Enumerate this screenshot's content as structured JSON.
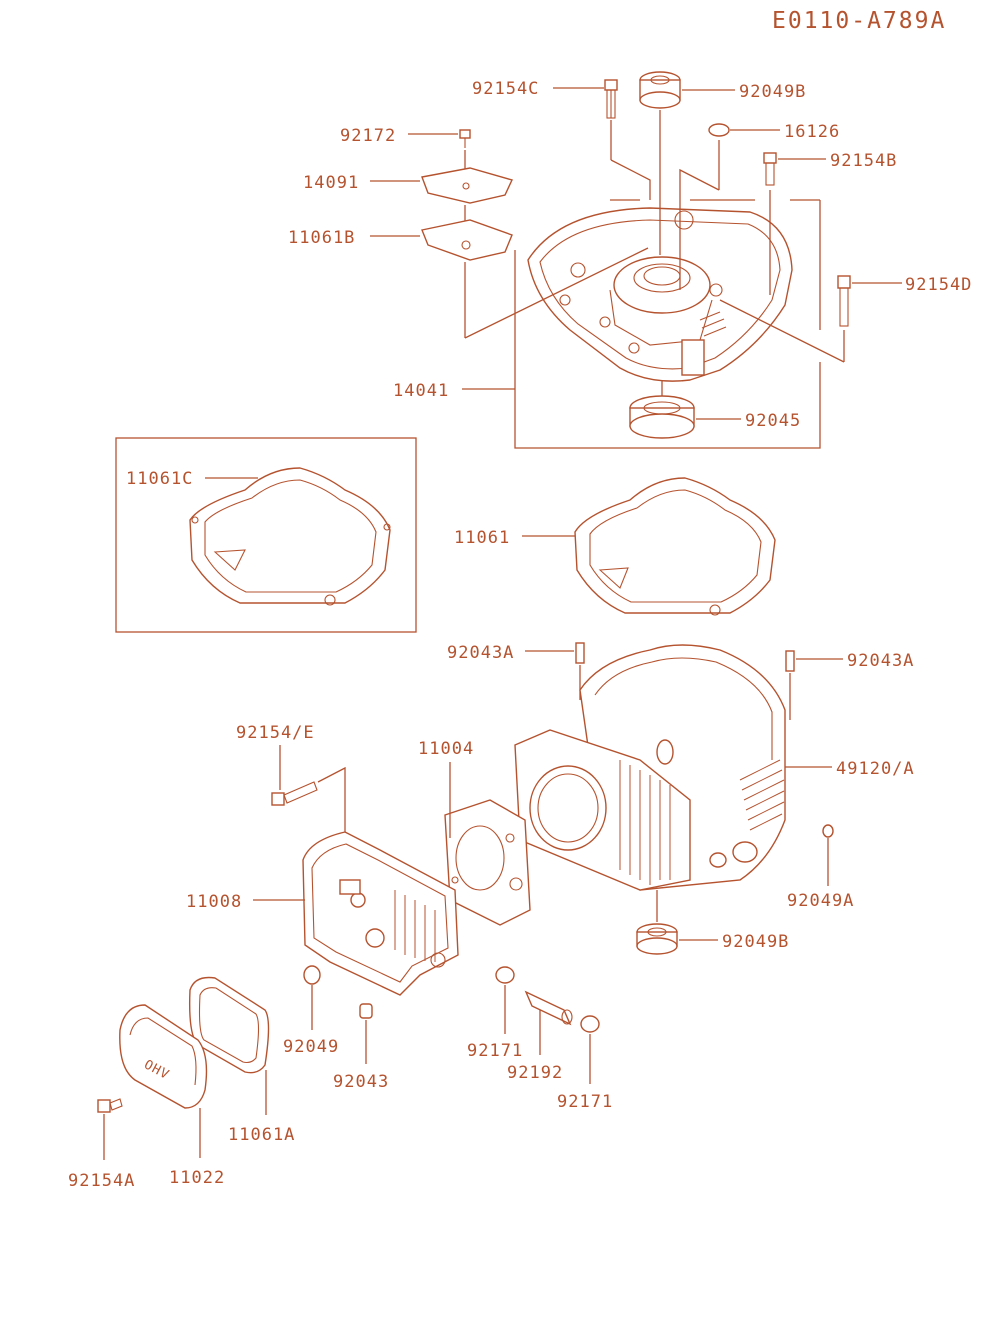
{
  "diagram_code": "E0110-A789A",
  "parts": {
    "p92154C": "92154C",
    "p92049B_top": "92049B",
    "p92172": "92172",
    "p16126": "16126",
    "p14091": "14091",
    "p92154B": "92154B",
    "p11061B": "11061B",
    "p92154D": "92154D",
    "p14041": "14041",
    "p92045": "92045",
    "p11061C": "11061C",
    "p11061": "11061",
    "p92043A_left": "92043A",
    "p92043A_right": "92043A",
    "p92154E": "92154/E",
    "p11004": "11004",
    "p49120A": "49120/A",
    "p11008": "11008",
    "p92049A": "92049A",
    "p92049B_bottom": "92049B",
    "p92049": "92049",
    "p92043": "92043",
    "p92171_left": "92171",
    "p92192": "92192",
    "p92171_right": "92171",
    "p11061A": "11061A",
    "p92154A": "92154A",
    "p11022": "11022"
  },
  "colors": {
    "line": "#b5532f",
    "background": "#ffffff"
  }
}
